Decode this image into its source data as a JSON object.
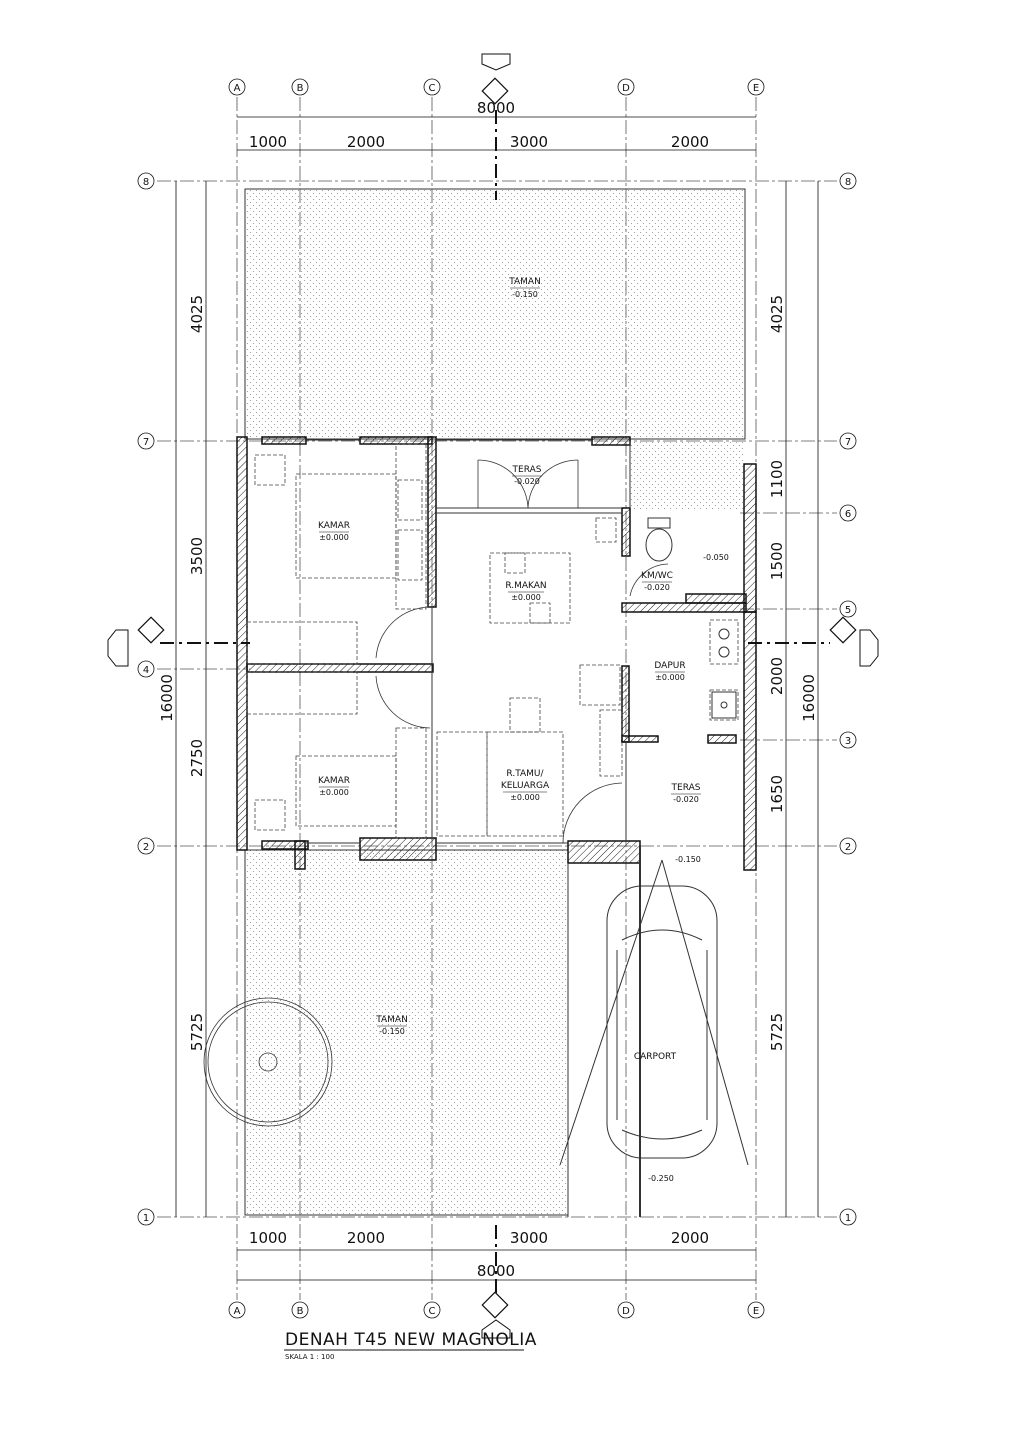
{
  "title": "DENAH T45 NEW MAGNOLIA",
  "scale": "SKALA 1 : 100",
  "grid_columns": [
    "A",
    "B",
    "C",
    "D",
    "E"
  ],
  "grid_rows": [
    "1",
    "2",
    "3",
    "4",
    "5",
    "6",
    "7",
    "8"
  ],
  "dims_horizontal": [
    "1000",
    "2000",
    "3000",
    "2000"
  ],
  "dim_total_horizontal": "8000",
  "dims_left": [
    "4025",
    "3500",
    "2750",
    "5725"
  ],
  "dim_total_vertical": "16000",
  "dims_right": [
    "4025",
    "1100",
    "1500",
    "2000",
    "1650",
    "5725"
  ],
  "rooms": {
    "taman_back": {
      "name": "TAMAN",
      "level": "-0.150"
    },
    "teras_back": {
      "name": "TERAS",
      "level": "-0.020"
    },
    "kamar_1": {
      "name": "KAMAR",
      "level": "±0.000"
    },
    "r_makan": {
      "name": "R.MAKAN",
      "level": "±0.000"
    },
    "kmwc": {
      "name": "KM/WC",
      "level": "-0.020"
    },
    "kmwc_shower": {
      "level": "-0.050"
    },
    "dapur": {
      "name": "DAPUR",
      "level": "±0.000"
    },
    "kamar_2": {
      "name": "KAMAR",
      "level": "±0.000"
    },
    "r_tamu": {
      "name": "R.TAMU/",
      "name2": "KELUARGA",
      "level": "±0.000"
    },
    "teras_front": {
      "name": "TERAS",
      "level": "-0.020"
    },
    "carport_edge": {
      "level": "-0.150"
    },
    "taman_front": {
      "name": "TAMAN",
      "level": "-0.150"
    },
    "carport": {
      "name": "CARPORT",
      "level": "-0.250"
    }
  },
  "icons": [
    "north-arrow-icon",
    "section-marker-icon",
    "car-icon",
    "tree-icon"
  ]
}
